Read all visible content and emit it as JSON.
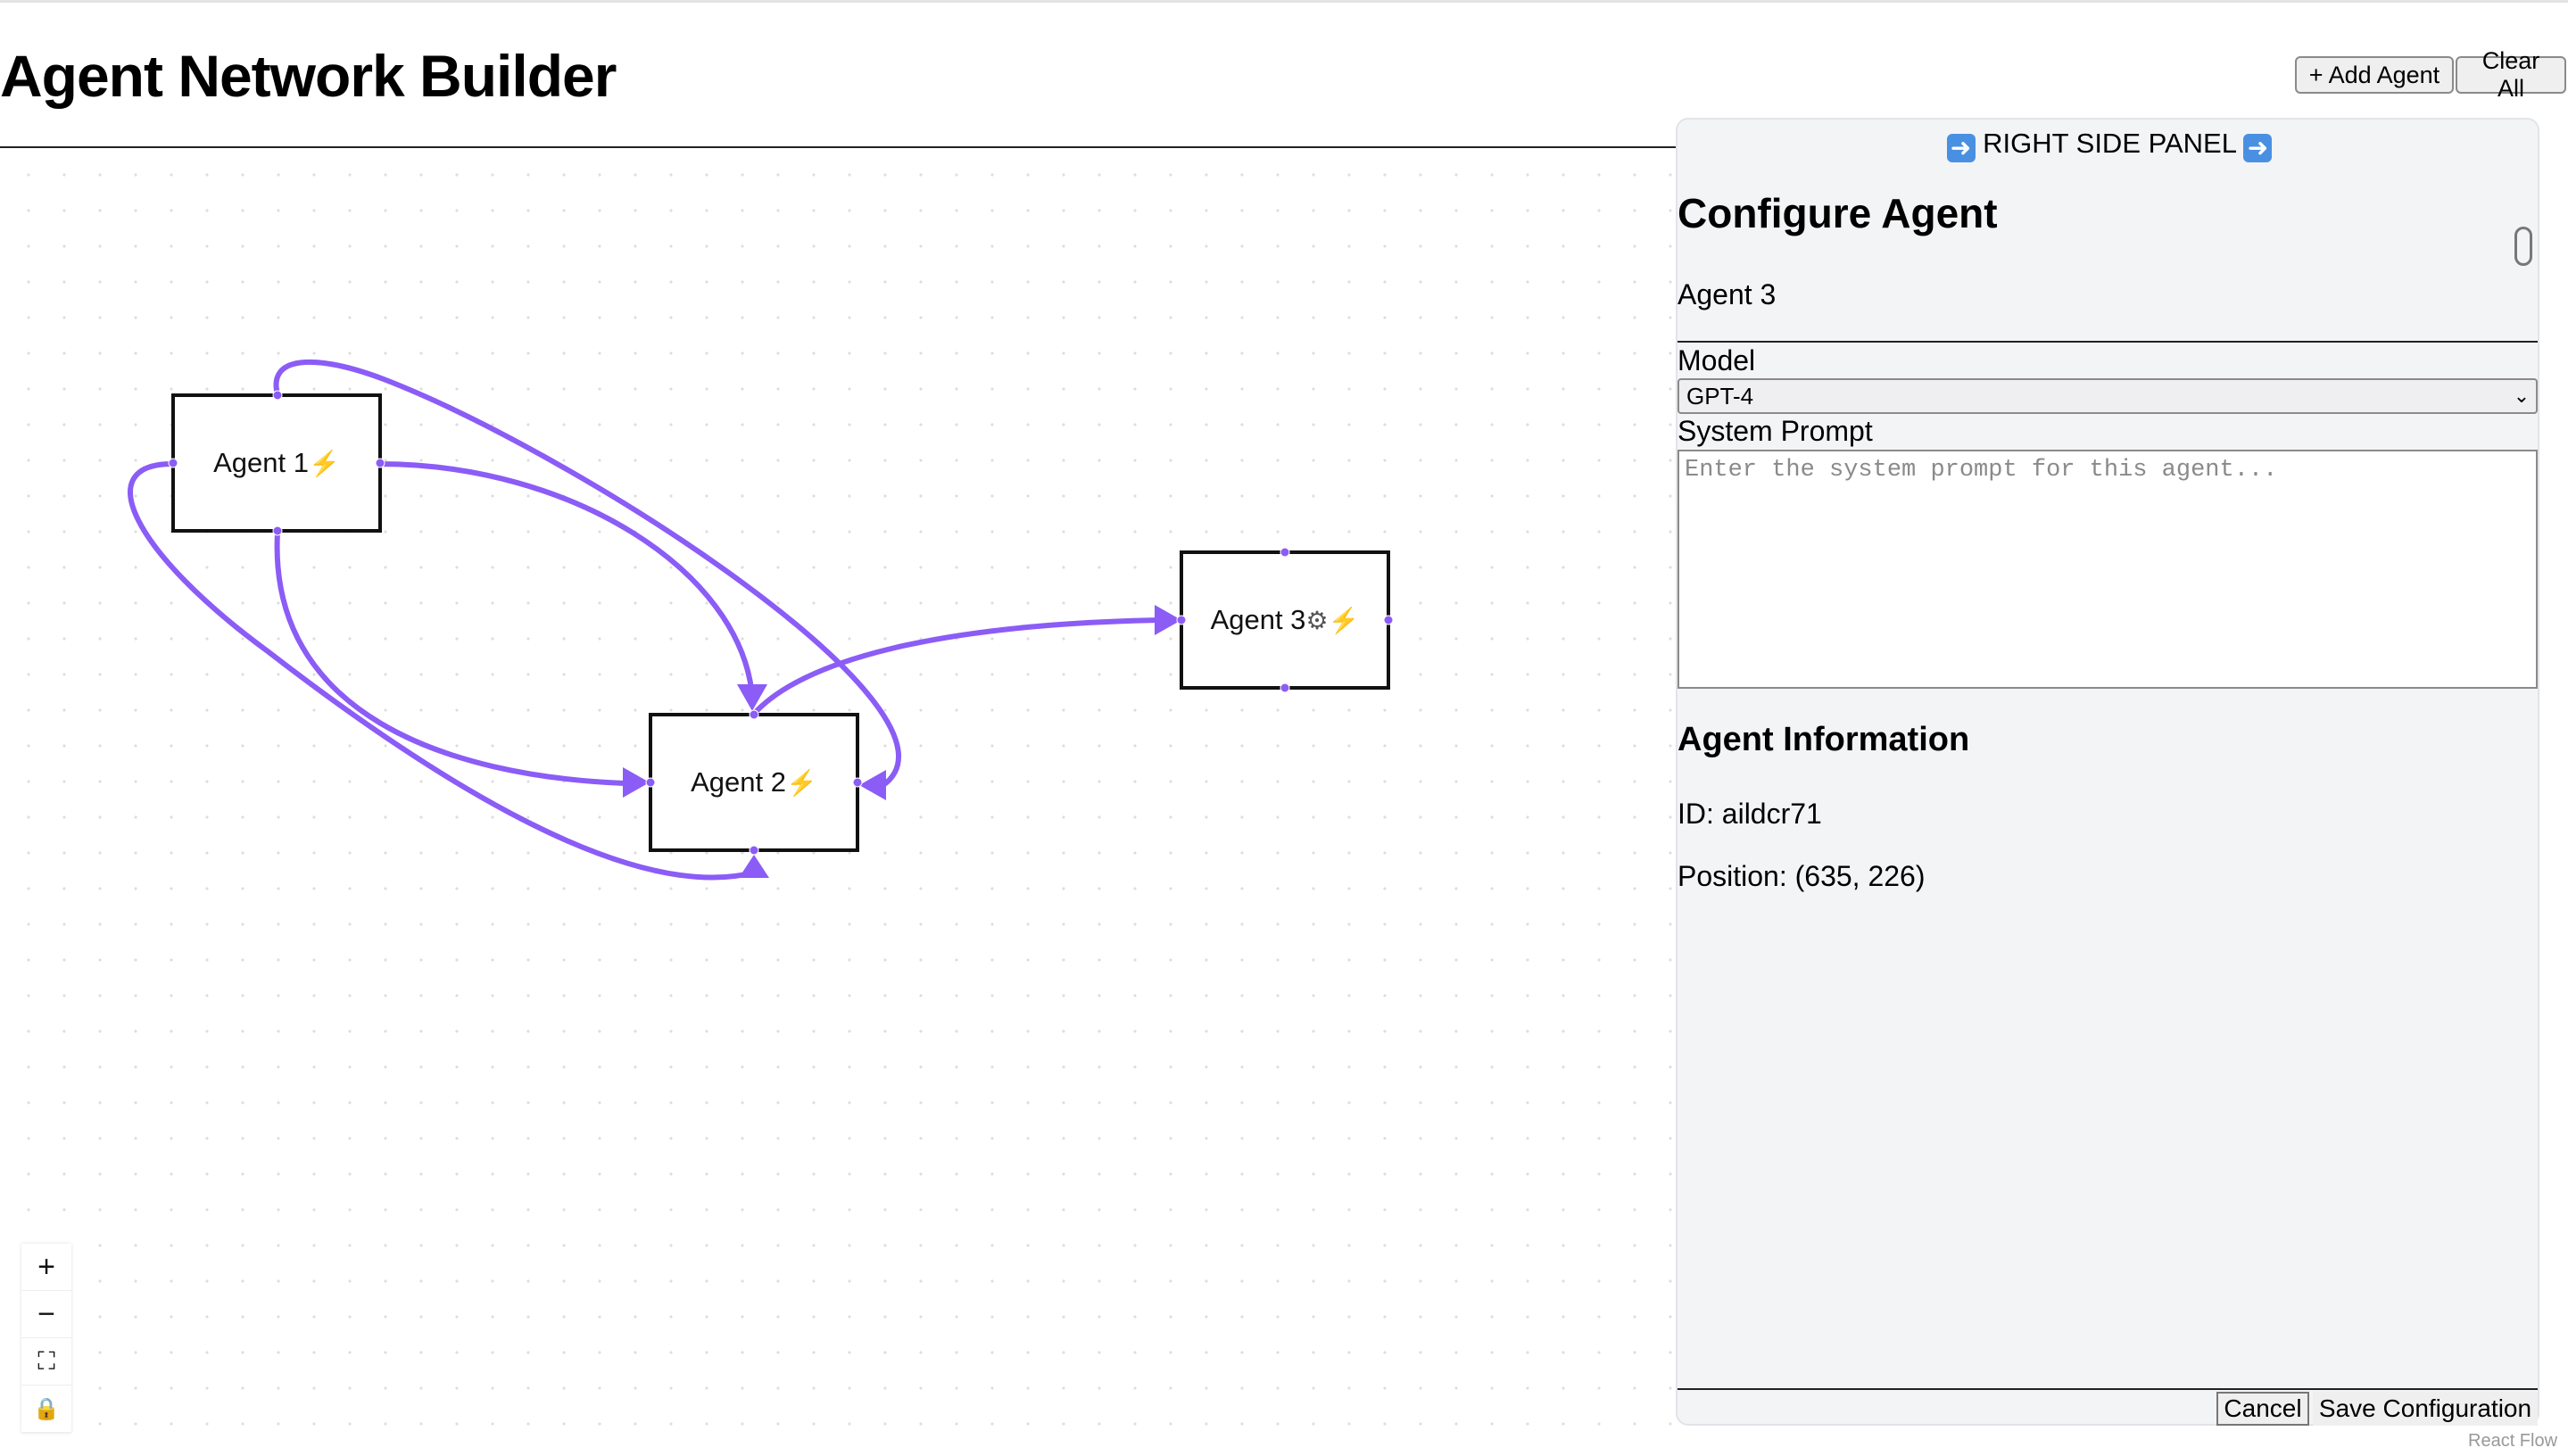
{
  "app": {
    "title": "Agent Network Builder"
  },
  "header": {
    "add_agent_label": "+ Add Agent",
    "clear_all_label": "Clear All"
  },
  "canvas": {
    "nodes": [
      {
        "label": "Agent 1",
        "icons": [
          "lightning-icon"
        ]
      },
      {
        "label": "Agent 2",
        "icons": [
          "lightning-icon"
        ]
      },
      {
        "label": "Agent 3",
        "icons": [
          "gear-icon",
          "lightning-icon"
        ]
      }
    ],
    "edge_color": "#8b5cf6",
    "attribution": "React Flow"
  },
  "controls": {
    "zoom_in": "+",
    "zoom_out": "−",
    "fit_view": "⛶",
    "lock": "🔒"
  },
  "panel": {
    "badge_text": "RIGHT SIDE PANEL",
    "badge_icon": "right-arrow-icon",
    "title": "Configure Agent",
    "agent_name": "Agent 3",
    "model_label": "Model",
    "model_value": "GPT-4",
    "system_prompt_label": "System Prompt",
    "system_prompt_placeholder": "Enter the system prompt for this agent...",
    "system_prompt_value": "",
    "info_title": "Agent Information",
    "id_text": "ID: aildcr71",
    "position_text": "Position: (635, 226)",
    "cancel_label": "Cancel",
    "save_label": "Save Configuration"
  },
  "colors": {
    "edge": "#8b5cf6",
    "panel_bg": "#f3f4f6",
    "badge_blue": "#4a90e2",
    "bolt": "#f5b400"
  }
}
